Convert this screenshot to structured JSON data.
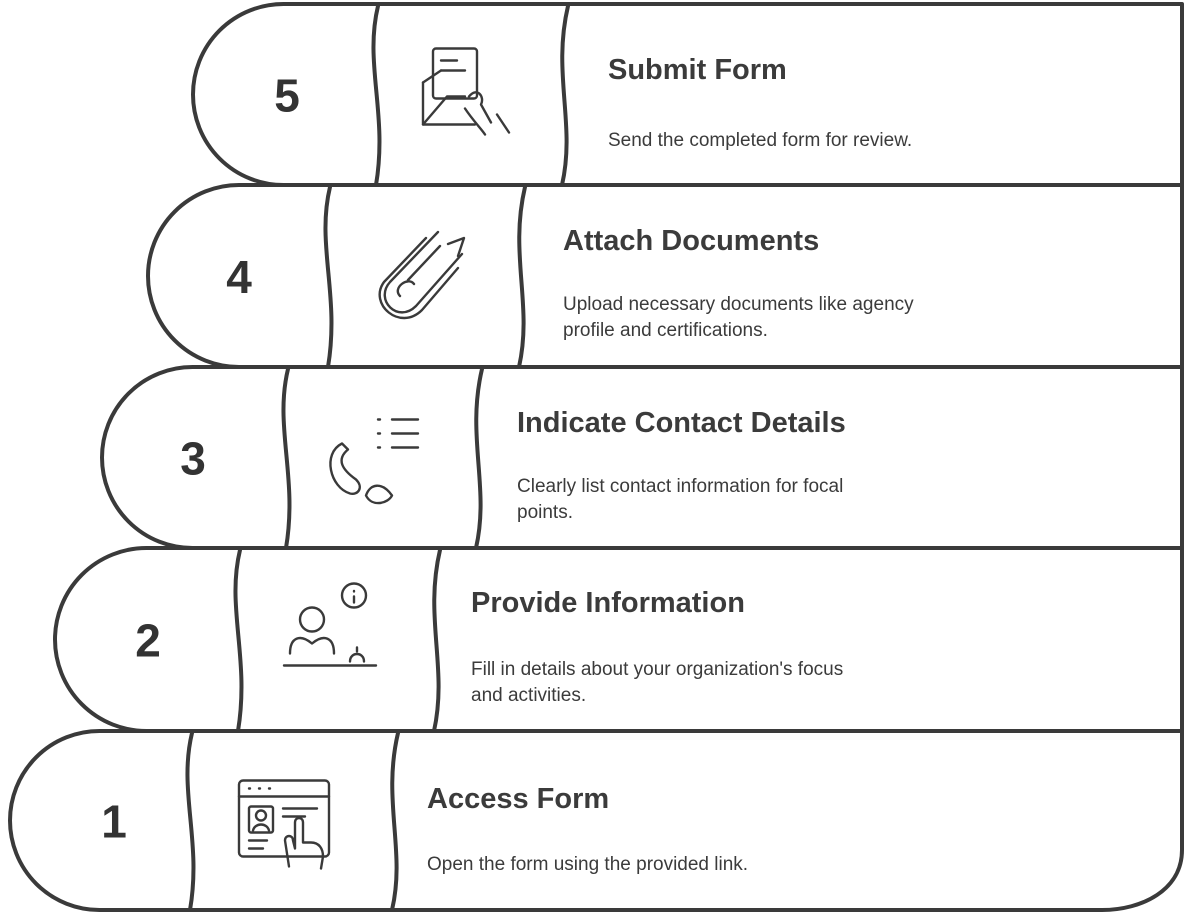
{
  "diagram": {
    "steps": [
      {
        "number": "1",
        "title": "Access Form",
        "description_lines": [
          "Open the form using the provided link."
        ],
        "icon": "browser-profile-click-icon"
      },
      {
        "number": "2",
        "title": "Provide Information",
        "description_lines": [
          "Fill in details about your organization's focus",
          "and activities."
        ],
        "icon": "person-info-desk-icon"
      },
      {
        "number": "3",
        "title": "Indicate Contact Details",
        "description_lines": [
          "Clearly list contact information for focal",
          "points."
        ],
        "icon": "phone-list-icon"
      },
      {
        "number": "4",
        "title": "Attach Documents",
        "description_lines": [
          "Upload necessary documents like agency",
          "profile and certifications."
        ],
        "icon": "paperclip-icon"
      },
      {
        "number": "5",
        "title": "Submit Form",
        "description_lines": [
          "Send the completed form for review."
        ],
        "icon": "hand-envelope-icon"
      }
    ],
    "colors": {
      "outline": "#3a3a3a",
      "text": "#3b3b3b",
      "background": "#ffffff"
    }
  }
}
